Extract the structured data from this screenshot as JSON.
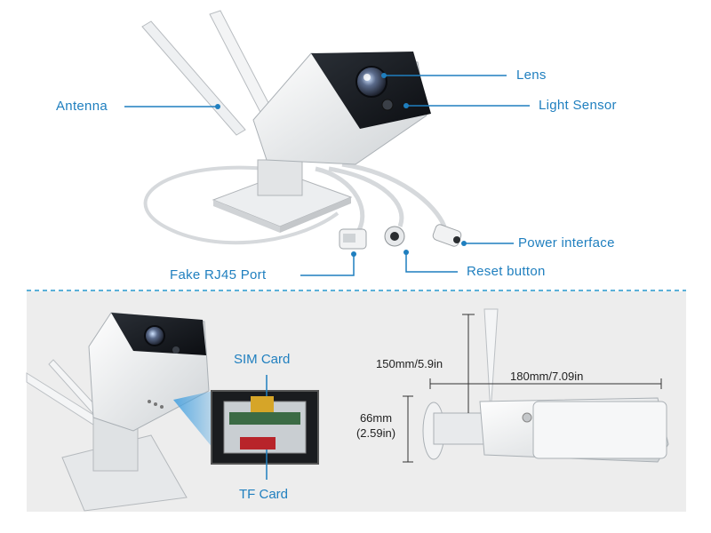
{
  "top_labels": {
    "lens": "Lens",
    "light_sensor": "Light Sensor",
    "antenna": "Antenna",
    "power_interface": "Power interface",
    "fake_rj45": "Fake RJ45 Port",
    "reset_button": "Reset button"
  },
  "bottom_labels": {
    "sim_card": "SIM Card",
    "tf_card": "TF Card"
  },
  "dimensions": {
    "antenna_height": "150mm/5.9in",
    "length": "180mm/7.09in",
    "height_mm": "66mm",
    "height_in": "(2.59in)"
  },
  "colors": {
    "label_blue": "#1f7fbf",
    "divider_blue": "#5ab0d8",
    "panel_grey": "#ededed"
  }
}
